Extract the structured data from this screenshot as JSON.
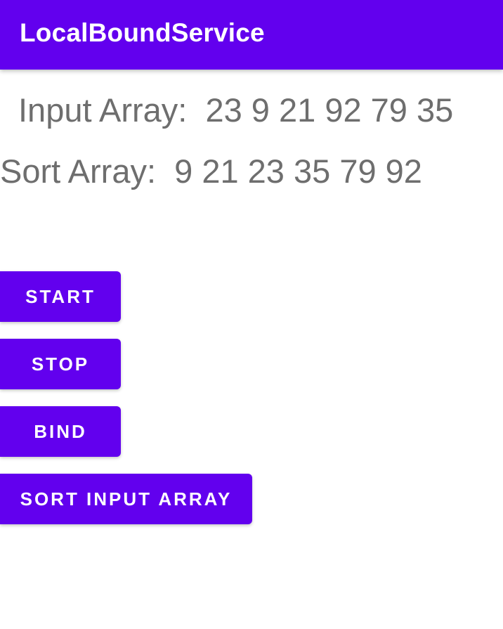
{
  "app_bar": {
    "title": "LocalBoundService",
    "color": "#6200ee"
  },
  "content": {
    "input_array_text": "Input Array:  23 9 21 92 79 35",
    "sort_array_text": "Sort Array:  9 21 23 35 79 92"
  },
  "buttons": {
    "start_label": "START",
    "stop_label": "STOP",
    "bind_label": "BIND",
    "sort_label": "SORT INPUT ARRAY"
  }
}
